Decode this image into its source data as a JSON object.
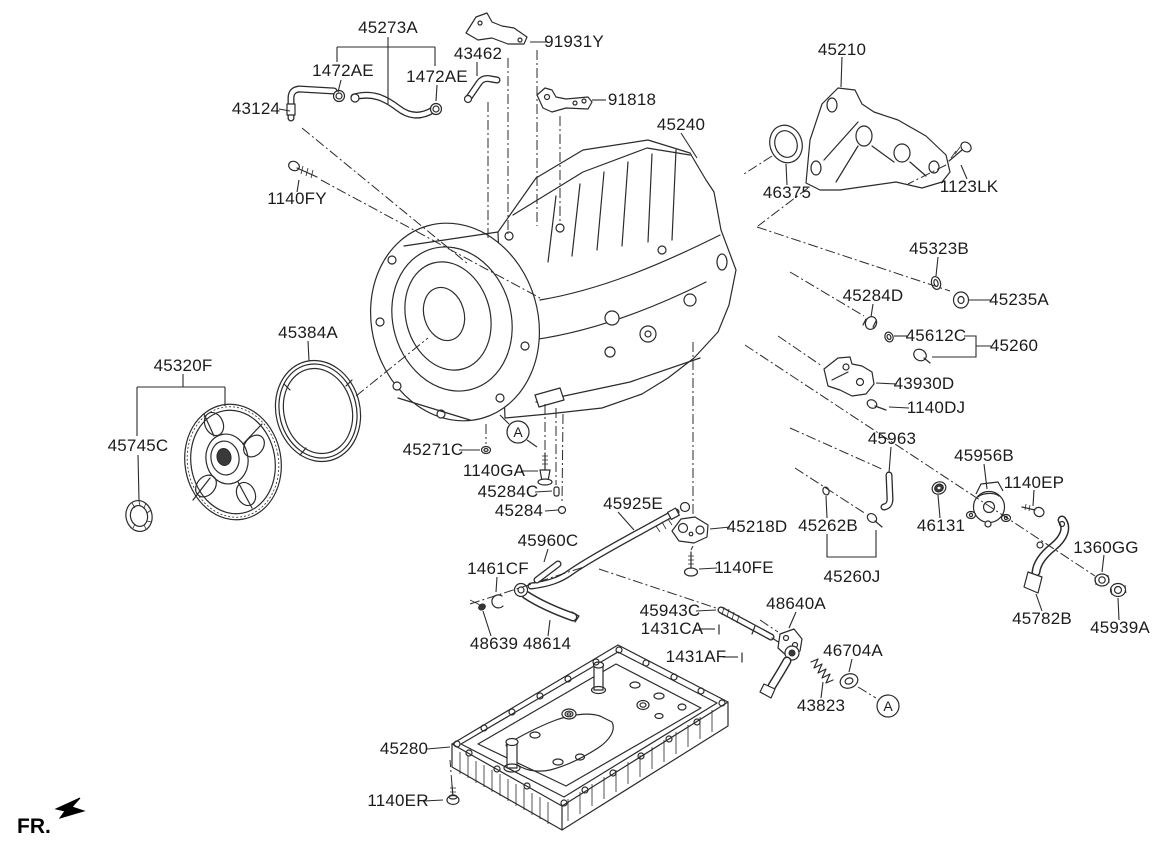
{
  "page": {
    "background": "#ffffff",
    "line_color": "#2b2b2b",
    "text_color": "#1c1c1c"
  },
  "diagram": {
    "type": "exploded-parts-diagram",
    "subject": "automatic-transmission-case",
    "front_marker": {
      "label": "FR."
    },
    "callouts": [
      {
        "label": "A"
      },
      {
        "label": "A"
      }
    ],
    "part_labels": [
      {
        "id": "45273A",
        "text": "45273A"
      },
      {
        "id": "1472AE-1",
        "text": "1472AE"
      },
      {
        "id": "1472AE-2",
        "text": "1472AE"
      },
      {
        "id": "43462",
        "text": "43462"
      },
      {
        "id": "91931Y",
        "text": "91931Y"
      },
      {
        "id": "91818",
        "text": "91818"
      },
      {
        "id": "43124",
        "text": "43124"
      },
      {
        "id": "1140FY",
        "text": "1140FY"
      },
      {
        "id": "45240",
        "text": "45240"
      },
      {
        "id": "45210",
        "text": "45210"
      },
      {
        "id": "46375",
        "text": "46375"
      },
      {
        "id": "1123LK",
        "text": "1123LK"
      },
      {
        "id": "45323B",
        "text": "45323B"
      },
      {
        "id": "45284D",
        "text": "45284D"
      },
      {
        "id": "45235A",
        "text": "45235A"
      },
      {
        "id": "45612C",
        "text": "45612C"
      },
      {
        "id": "45260",
        "text": "45260"
      },
      {
        "id": "43930D",
        "text": "43930D"
      },
      {
        "id": "1140DJ",
        "text": "1140DJ"
      },
      {
        "id": "45384A",
        "text": "45384A"
      },
      {
        "id": "45320F",
        "text": "45320F"
      },
      {
        "id": "45745C",
        "text": "45745C"
      },
      {
        "id": "45271C",
        "text": "45271C"
      },
      {
        "id": "1140GA",
        "text": "1140GA"
      },
      {
        "id": "45284C",
        "text": "45284C"
      },
      {
        "id": "45284",
        "text": "45284"
      },
      {
        "id": "45925E",
        "text": "45925E"
      },
      {
        "id": "45960C",
        "text": "45960C"
      },
      {
        "id": "1461CF",
        "text": "1461CF"
      },
      {
        "id": "45218D",
        "text": "45218D"
      },
      {
        "id": "1140FE",
        "text": "1140FE"
      },
      {
        "id": "45963",
        "text": "45963"
      },
      {
        "id": "45956B",
        "text": "45956B"
      },
      {
        "id": "1140EP",
        "text": "1140EP"
      },
      {
        "id": "45262B",
        "text": "45262B"
      },
      {
        "id": "46131",
        "text": "46131"
      },
      {
        "id": "1360GG",
        "text": "1360GG"
      },
      {
        "id": "45260J",
        "text": "45260J"
      },
      {
        "id": "45782B",
        "text": "45782B"
      },
      {
        "id": "45939A",
        "text": "45939A"
      },
      {
        "id": "45943C",
        "text": "45943C"
      },
      {
        "id": "1431CA",
        "text": "1431CA"
      },
      {
        "id": "1431AF",
        "text": "1431AF"
      },
      {
        "id": "48640A",
        "text": "48640A"
      },
      {
        "id": "46704A",
        "text": "46704A"
      },
      {
        "id": "43823",
        "text": "43823"
      },
      {
        "id": "48639",
        "text": "48639"
      },
      {
        "id": "48614",
        "text": "48614"
      },
      {
        "id": "45280",
        "text": "45280"
      },
      {
        "id": "1140ER",
        "text": "1140ER"
      }
    ]
  }
}
